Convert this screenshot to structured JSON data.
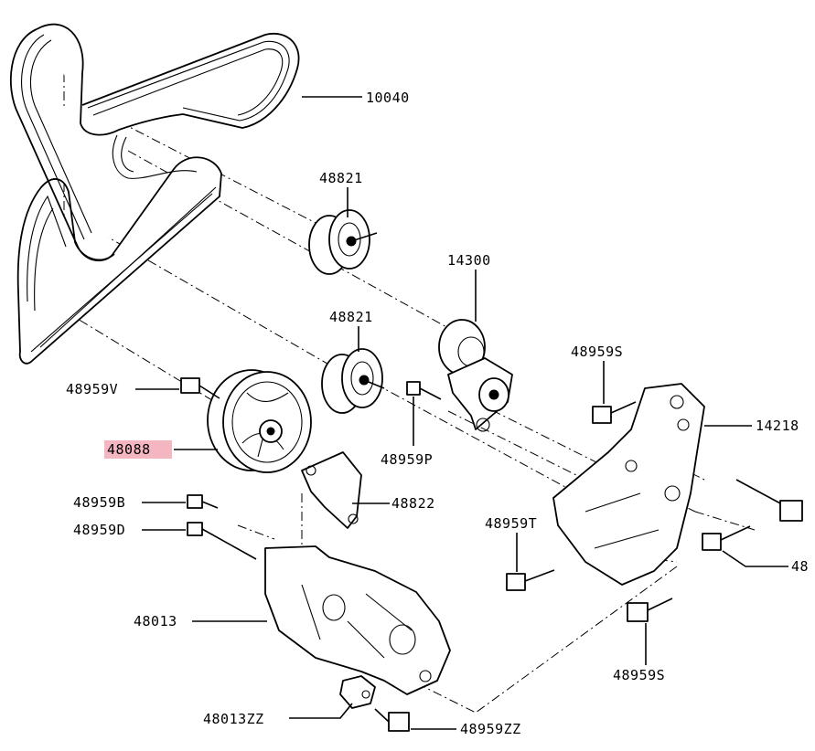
{
  "colors": {
    "highlight": "#f4b6c0",
    "ink": "#000000",
    "background": "#ffffff"
  },
  "labels": [
    {
      "id": "belt",
      "text": "10040"
    },
    {
      "id": "idler-upper",
      "text": "48821"
    },
    {
      "id": "tensioner",
      "text": "14300"
    },
    {
      "id": "idler-lower",
      "text": "48821"
    },
    {
      "id": "bolt-v",
      "text": "48959V"
    },
    {
      "id": "bolt-s-top",
      "text": "48959S"
    },
    {
      "id": "bracket-14218",
      "text": "14218"
    },
    {
      "id": "pulley-48088",
      "text": "48088",
      "highlighted": true
    },
    {
      "id": "bolt-p",
      "text": "48959P"
    },
    {
      "id": "bolt-b",
      "text": "48959B"
    },
    {
      "id": "bracket-48822",
      "text": "48822"
    },
    {
      "id": "bolt-d",
      "text": "48959D"
    },
    {
      "id": "bolt-t",
      "text": "48959T"
    },
    {
      "id": "bolt-partial",
      "text": "48"
    },
    {
      "id": "bracket-48013",
      "text": "48013"
    },
    {
      "id": "bolt-s-bottom",
      "text": "48959S"
    },
    {
      "id": "bracket-48013zz",
      "text": "48013ZZ"
    },
    {
      "id": "bolt-zz",
      "text": "48959ZZ"
    }
  ]
}
